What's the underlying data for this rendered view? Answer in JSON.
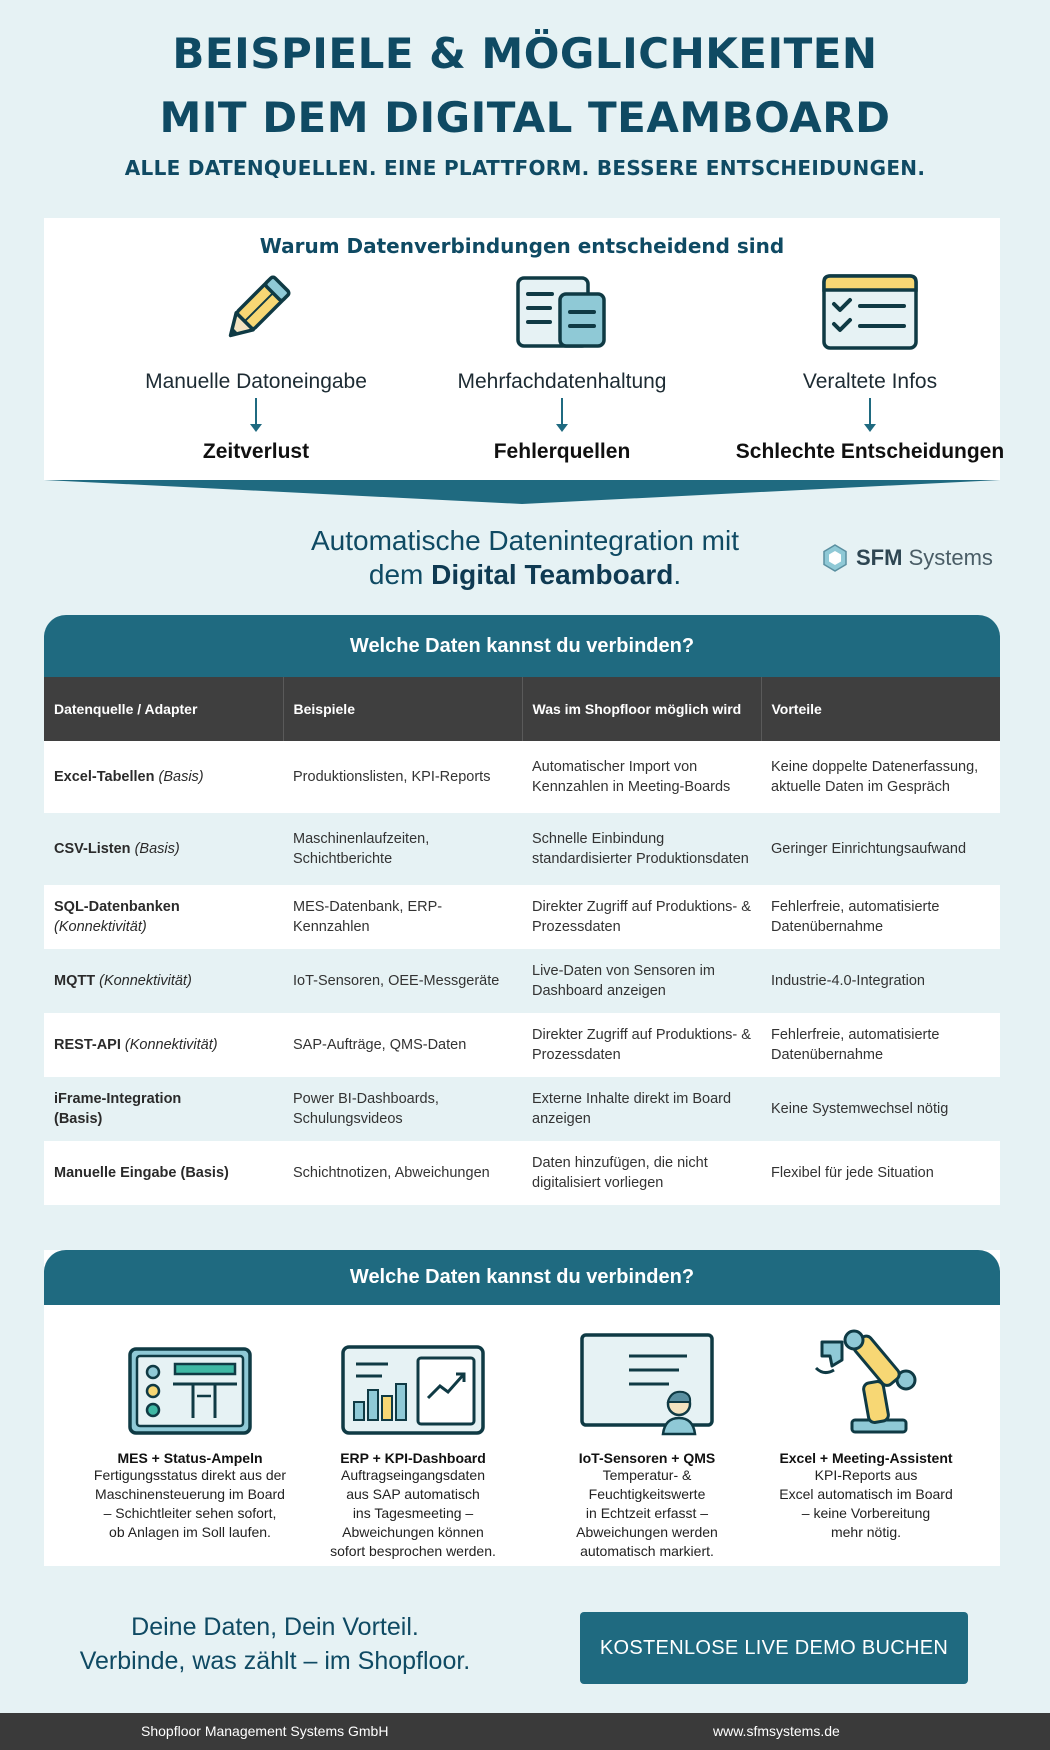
{
  "header": {
    "title_line1": "BEISPIELE & MÖGLICHKEITEN",
    "title_line2": "MIT DEM DIGITAL TEAMBOARD",
    "subtitle": "ALLE DATENQUELLEN. EINE PLATTFORM. BESSERE ENTSCHEIDUNGEN."
  },
  "why": {
    "title": "Warum Datenverbindungen entscheidend sind",
    "items": [
      {
        "problem": "Manuelle Datoneingabe",
        "result": "Zeitverlust",
        "icon": "pencil-icon"
      },
      {
        "problem": "Mehrfachdatenhaltung",
        "result": "Fehlerquellen",
        "icon": "documents-icon"
      },
      {
        "problem": "Veraltete Infos",
        "result": "Schlechte Entscheidungen",
        "icon": "checklist-icon"
      }
    ]
  },
  "auto": {
    "line1": "Automatische Datenintegration mit",
    "line2_pre": "dem ",
    "line2_bold": "Digital Teamboard",
    "line2_post": "."
  },
  "logo": {
    "bold": "SFM",
    "rest": " Systems"
  },
  "table": {
    "title": "Welche Daten kannst du verbinden?",
    "headers": [
      "Datenquelle / Adapter",
      "Beispiele",
      "Was im Shopfloor möglich wird",
      "Vorteile"
    ],
    "rows": [
      {
        "name": "Excel-Tabellen",
        "tag": "(Basis)",
        "example": "Produktionslisten, KPI-Reports",
        "possible": "Automatischer Import von Kennzahlen in Meeting-Boards",
        "benefit": "Keine doppelte Datenerfassung, aktuelle Daten im Gespräch"
      },
      {
        "name": "CSV-Listen",
        "tag": "(Basis)",
        "example": "Maschinenlaufzeiten, Schichtberichte",
        "possible": "Schnelle Einbindung standardisierter Produktionsdaten",
        "benefit": "Geringer Einrichtungsaufwand"
      },
      {
        "name": "SQL-Datenbanken",
        "tag": "(Konnektivität)",
        "example": "MES-Datenbank, ERP-Kennzahlen",
        "possible": "Direkter Zugriff auf Produktions- & Prozessdaten",
        "benefit": "Fehlerfreie, automatisierte Datenübernahme"
      },
      {
        "name": "MQTT",
        "tag": "(Konnektivität)",
        "example": "IoT-Sensoren, OEE-Messgeräte",
        "possible": "Live-Daten von Sensoren im Dashboard anzeigen",
        "benefit": "Industrie-4.0-Integration"
      },
      {
        "name": "REST-API",
        "tag": "(Konnektivität)",
        "example": "SAP-Aufträge, QMS-Daten",
        "possible": "Direkter Zugriff auf Produktions- & Prozessdaten",
        "benefit": "Fehlerfreie, automatisierte Datenübernahme"
      },
      {
        "name": "iFrame-Integration",
        "tag": "(Basis)",
        "example": "Power BI-Dashboards, Schulungsvideos",
        "possible": "Externe Inhalte direkt im Board anzeigen",
        "benefit": "Keine Systemwechsel nötig"
      },
      {
        "name": "Manuelle Eingabe (Basis)",
        "tag": "",
        "example": "Schichtnotizen, Abweichungen",
        "possible": "Daten hinzufügen, die nicht digitalisiert vorliegen",
        "benefit": "Flexibel für jede Situation"
      }
    ]
  },
  "examples": {
    "title": "Welche Daten kannst du verbinden?",
    "items": [
      {
        "title": "MES + Status-Ampeln",
        "lines": [
          "Fertigungsstatus direkt aus der",
          "Maschinensteuerung im Board",
          "– Schichtleiter sehen sofort,",
          "ob Anlagen im Soll laufen."
        ],
        "icon": "status-board-icon"
      },
      {
        "title": "ERP + KPI-Dashboard",
        "lines": [
          "Auftragseingangsdaten",
          "aus SAP automatisch",
          "ins Tagesmeeting –",
          "Abweichungen können",
          "sofort besprochen werden."
        ],
        "icon": "kpi-dashboard-icon"
      },
      {
        "title": "IoT-Sensoren + QMS",
        "lines": [
          "Temperatur- & Feuchtigkeitswerte",
          "in Echtzeit erfasst –",
          "Abweichungen werden",
          "automatisch markiert."
        ],
        "icon": "monitor-person-icon"
      },
      {
        "title": "Excel + Meeting-Assistent",
        "lines": [
          "KPI-Reports aus",
          "Excel automatisch im Board",
          "– keine Vorbereitung",
          "mehr nötig."
        ],
        "icon": "robot-arm-icon"
      }
    ]
  },
  "footer": {
    "line1": "Deine Daten, Dein Vorteil.",
    "line2": "Verbinde, was zählt – im Shopfloor.",
    "cta": "KOSTENLOSE LIVE DEMO BUCHEN",
    "company": "Shopfloor Management Systems GmbH",
    "website": "www.sfmsystems.de"
  },
  "colors": {
    "accent": "#1f6a80",
    "dark": "#0f4a63",
    "background": "#e6f2f4",
    "table_header": "#3f3f3f"
  }
}
